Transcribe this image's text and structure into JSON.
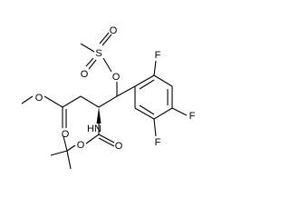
{
  "atoms": {
    "o_ester_single": "O",
    "o_ester_double": "O",
    "o_mesylate_link": "O",
    "s_mesyl": "S",
    "o_sulfonyl_top": "O",
    "o_sulfonyl_bottom": "O",
    "nh": "HN",
    "o_carbamate_double": "O",
    "o_carbamate_single": "O",
    "f_ortho": "F",
    "f_para": "F",
    "f_meta": "F"
  },
  "colors": {
    "bond": "#000000",
    "label": "#000000",
    "background": "#ffffff"
  }
}
